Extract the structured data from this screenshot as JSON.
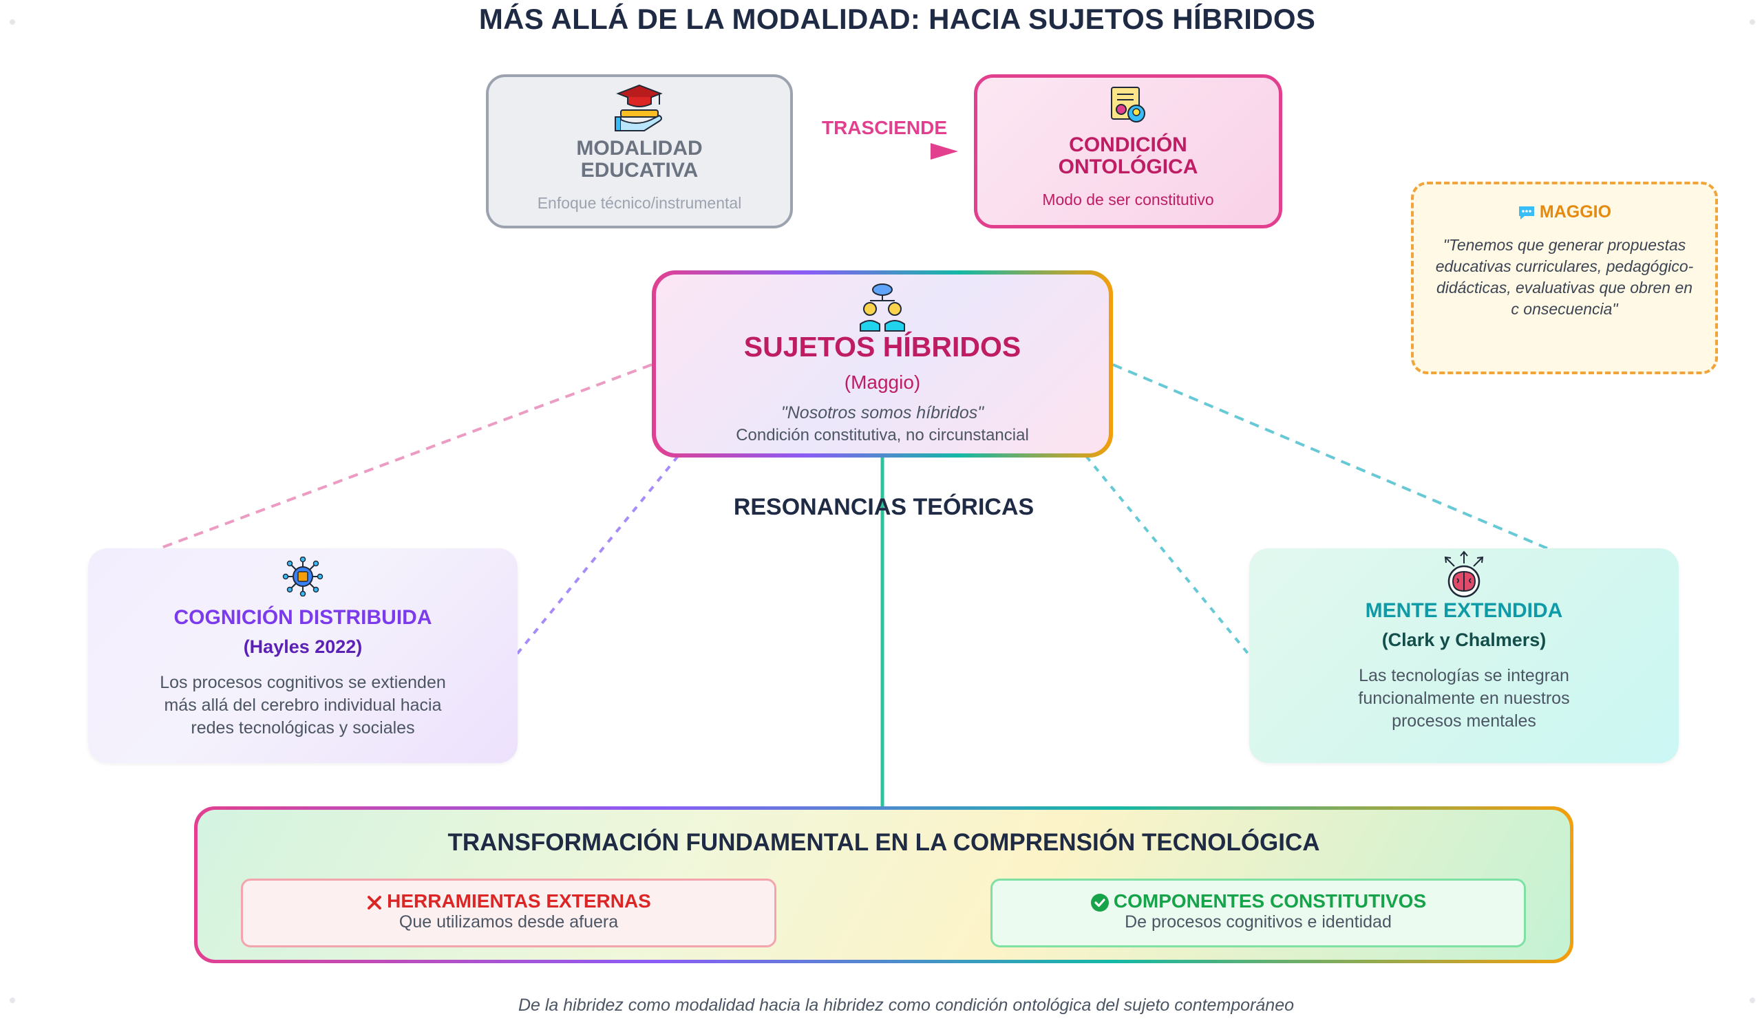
{
  "title": "MÁS ALLÁ DE LA MODALIDAD: HACIA SUJETOS HÍBRIDOS",
  "modalidad": {
    "title_line1": "MODALIDAD",
    "title_line2": "EDUCATIVA",
    "subtitle": "Enfoque técnico/instrumental",
    "icon": "graduation-hand-icon"
  },
  "arrow_label": "TRASCIENDE",
  "ontologica": {
    "title_line1": "CONDICIÓN",
    "title_line2": "ONTOLÓGICA",
    "subtitle": "Modo de ser constitutivo",
    "icon": "identity-document-icon"
  },
  "maggio_quote": {
    "heading": "MAGGIO",
    "icon": "speech-bubble-icon",
    "text": "\"Tenemos que generar propuestas educativas curriculares, pedagógico-didácticas, evaluativas que obren en c onsecuencia\""
  },
  "hub": {
    "title": "SUJETOS HÍBRIDOS",
    "author": "(Maggio)",
    "quote": "\"Nosotros somos híbridos\"",
    "subtitle": "Condición constitutiva, no circunstancial",
    "icon": "connected-people-icon"
  },
  "resonancias": "RESONANCIAS TEÓRICAS",
  "cognicion": {
    "title": "COGNICIÓN DISTRIBUIDA",
    "author": "(Hayles 2022)",
    "text": "Los procesos cognitivos se extienden más allá del cerebro individual hacia redes tecnológicas y sociales",
    "icon": "network-chip-icon"
  },
  "mente": {
    "title": "MENTE EXTENDIDA",
    "author": "(Clark y Chalmers)",
    "text": "Las tecnologías se integran funcionalmente en nuestros procesos mentales",
    "icon": "brain-arrows-icon"
  },
  "transformacion": {
    "title": "TRANSFORMACIÓN FUNDAMENTAL EN LA COMPRENSIÓN TECNOLÓGICA",
    "left_title": "HERRAMIENTAS EXTERNAS",
    "left_sub": "Que utilizamos desde afuera",
    "right_title": "COMPONENTES CONSTITUTIVOS",
    "right_sub": "De procesos cognitivos e identidad"
  },
  "footer": "De la hibridez como modalidad hacia la hibridez como condición ontológica del sujeto contemporáneo",
  "colors": {
    "pink": "#e2408f",
    "purple": "#7c3aed",
    "teal": "#0e9aa7",
    "orange": "#e58a0c",
    "red": "#dc2626",
    "green": "#16a34a"
  }
}
